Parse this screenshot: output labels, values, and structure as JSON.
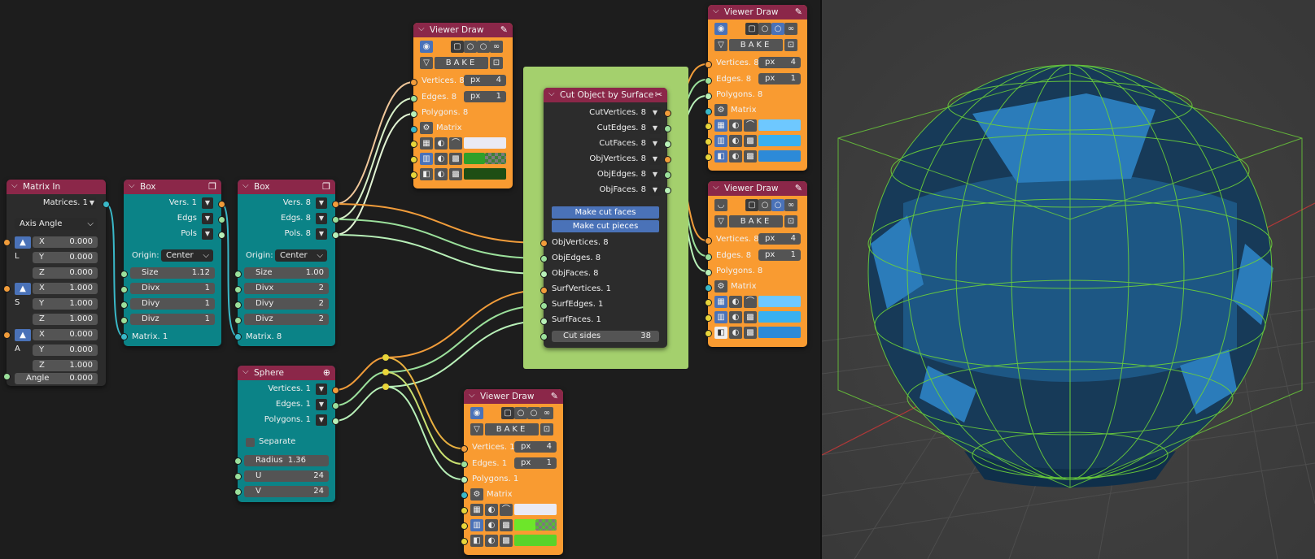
{
  "colors": {
    "node_header": "#8b2749",
    "teal_node": "#0b8387",
    "orange_node": "#f99b31",
    "frame": "#a4d06d",
    "viewport_bg": "#3d3d3d",
    "mesh_face": "#1e5b8a",
    "wire": "#6cd13a"
  },
  "matrix_in": {
    "title": "Matrices. 1",
    "header": "Matrix In",
    "mode": "Axis Angle",
    "L": {
      "label": "L",
      "x": "0.000",
      "y": "0.000",
      "z": "0.000"
    },
    "S": {
      "label": "S",
      "x": "1.000",
      "y": "1.000",
      "z": "1.000"
    },
    "A": {
      "label": "A",
      "x": "0.000",
      "y": "0.000",
      "z": "1.000"
    },
    "angle_label": "Angle",
    "angle": "0.000",
    "axis": {
      "x": "X",
      "y": "Y",
      "z": "Z"
    }
  },
  "box1": {
    "header": "Box",
    "out": [
      "Vers. 1",
      "Edgs",
      "Pols"
    ],
    "origin_label": "Origin:",
    "origin": "Center",
    "size_label": "Size",
    "size": "1.12",
    "divx_label": "Divx",
    "divx": "1",
    "divy_label": "Divy",
    "divy": "1",
    "divz_label": "Divz",
    "divz": "1",
    "matrix": "Matrix. 1"
  },
  "box2": {
    "header": "Box",
    "out": [
      "Vers. 8",
      "Edgs. 8",
      "Pols. 8"
    ],
    "origin_label": "Origin:",
    "origin": "Center",
    "size_label": "Size",
    "size": "1.00",
    "divx_label": "Divx",
    "divx": "2",
    "divy_label": "Divy",
    "divy": "2",
    "divz_label": "Divz",
    "divz": "2",
    "matrix": "Matrix. 8"
  },
  "sphere": {
    "header": "Sphere",
    "out": [
      "Vertices. 1",
      "Edges. 1",
      "Polygons. 1"
    ],
    "separate": "Separate",
    "radius_label": "Radius",
    "radius": "1.36",
    "u_label": "U",
    "u": "24",
    "v_label": "V",
    "v": "24"
  },
  "cut": {
    "header": "Cut Object by Surface",
    "outputs": [
      "CutVertices. 8",
      "CutEdges. 8",
      "CutFaces. 8",
      "ObjVertices. 8",
      "ObjEdges. 8",
      "ObjFaces. 8"
    ],
    "btn_faces": "Make cut faces",
    "btn_pieces": "Make cut pieces",
    "inputs": [
      "ObjVertices. 8",
      "ObjEdges. 8",
      "ObjFaces. 8",
      "SurfVertices. 1",
      "SurfEdges. 1",
      "SurfFaces. 1"
    ],
    "cut_sides_label": "Cut sides",
    "cut_sides": "38"
  },
  "viewer_top": {
    "header": "Viewer Draw",
    "bake": "BAKE",
    "vertices": "Vertices. 8",
    "edges": "Edges. 8",
    "polygons": "Polygons. 8",
    "matrix": "Matrix",
    "px_label": "px",
    "px_v": "4",
    "px_e": "1"
  },
  "viewer_r1": {
    "header": "Viewer Draw",
    "bake": "BAKE",
    "vertices": "Vertices. 8",
    "edges": "Edges. 8",
    "polygons": "Polygons. 8",
    "matrix": "Matrix",
    "px_label": "px",
    "px_v": "4",
    "px_e": "1"
  },
  "viewer_r2": {
    "header": "Viewer Draw",
    "bake": "BAKE",
    "vertices": "Vertices. 8",
    "edges": "Edges. 8",
    "polygons": "Polygons. 8",
    "matrix": "Matrix",
    "px_label": "px",
    "px_v": "4",
    "px_e": "1"
  },
  "viewer_bot": {
    "header": "Viewer Draw",
    "bake": "BAKE",
    "vertices": "Vertices. 1",
    "edges": "Edges. 1",
    "polygons": "Polygons. 1",
    "matrix": "Matrix",
    "px_label": "px",
    "px_v": "4",
    "px_e": "1"
  }
}
